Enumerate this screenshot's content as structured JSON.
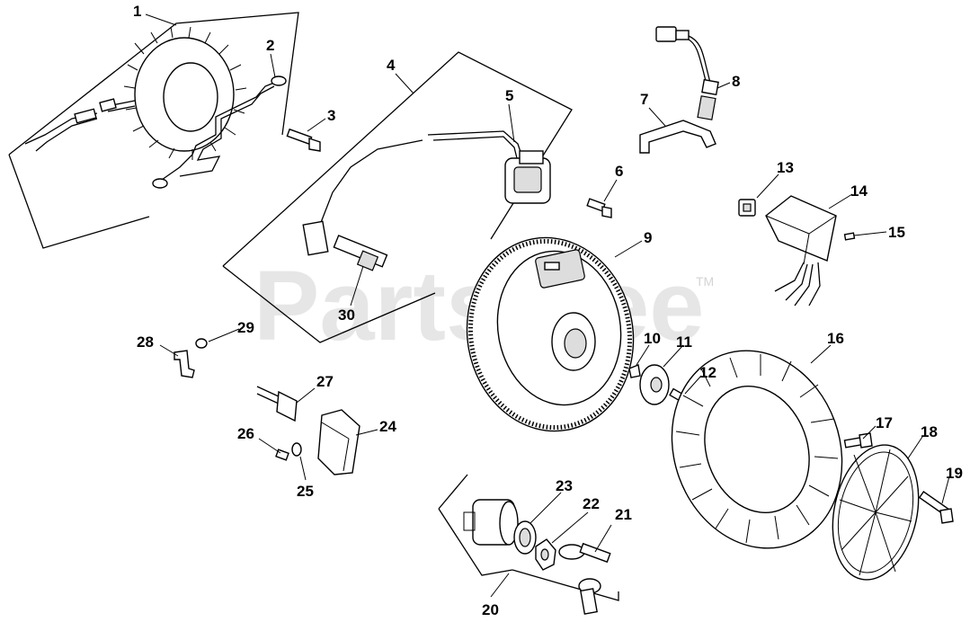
{
  "watermark": {
    "text": "PartsTree",
    "trademark": "TM"
  },
  "callouts": [
    "1",
    "2",
    "3",
    "4",
    "5",
    "6",
    "7",
    "8",
    "9",
    "10",
    "11",
    "12",
    "13",
    "14",
    "15",
    "16",
    "17",
    "18",
    "19",
    "20",
    "21",
    "22",
    "23",
    "24",
    "25",
    "26",
    "27",
    "28",
    "29",
    "30"
  ]
}
